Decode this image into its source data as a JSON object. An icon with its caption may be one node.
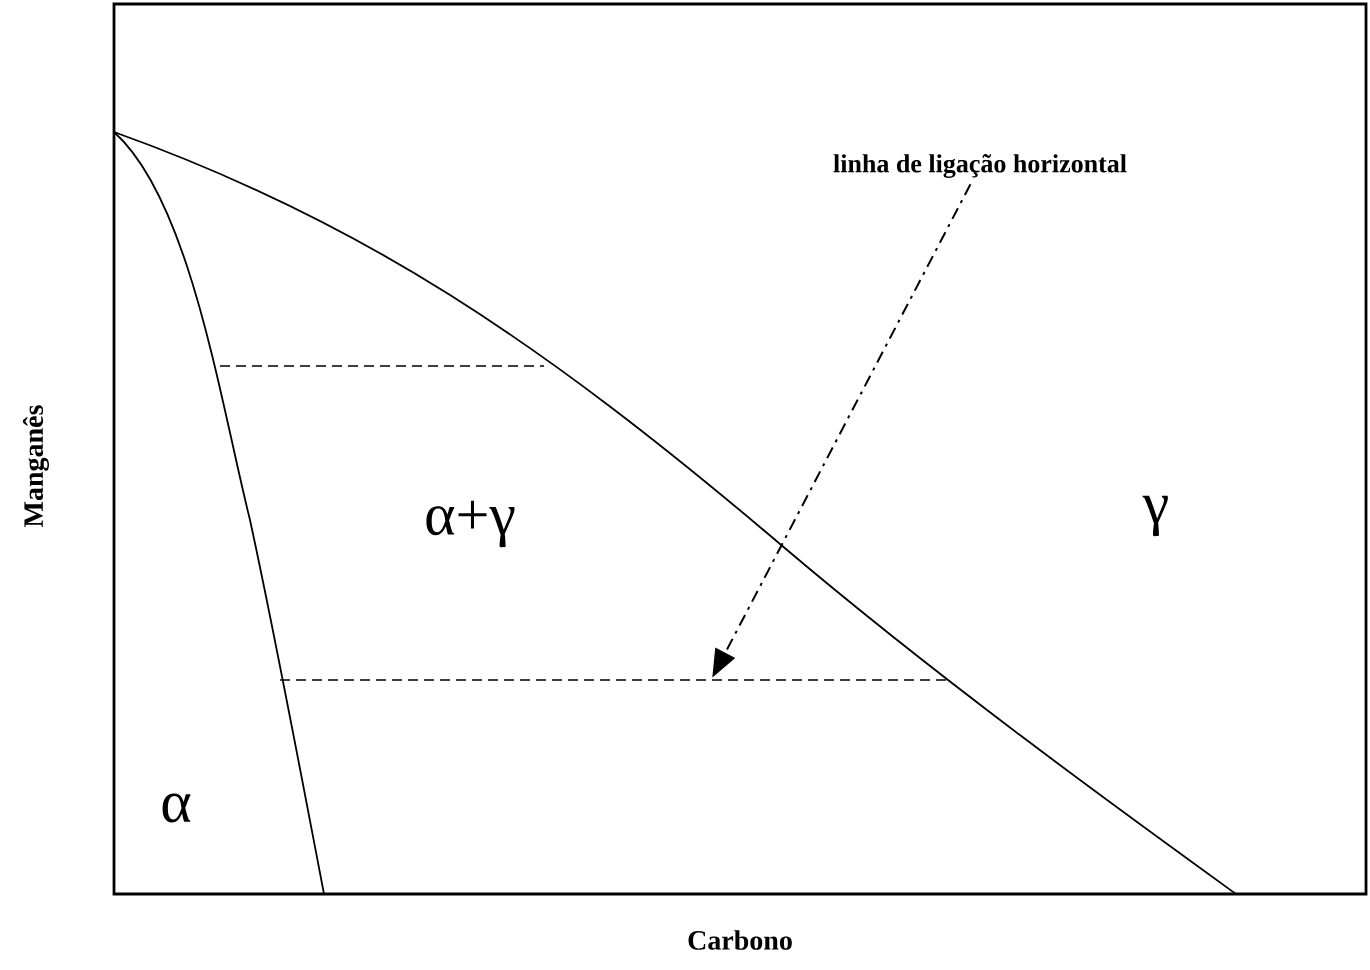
{
  "diagram": {
    "nodes": [
      {
        "text": [
          "linha de ligação horizontal"
        ]
      },
      {
        "text": [],
        "shape": "line"
      }
    ],
    "edges": [
      {
        "from": 0,
        "to": 1,
        "arrow": "to",
        "style": "dashed"
      }
    ],
    "labels": [
      "Manganês",
      "α+γ",
      "γ",
      "α",
      "Carbono"
    ]
  }
}
